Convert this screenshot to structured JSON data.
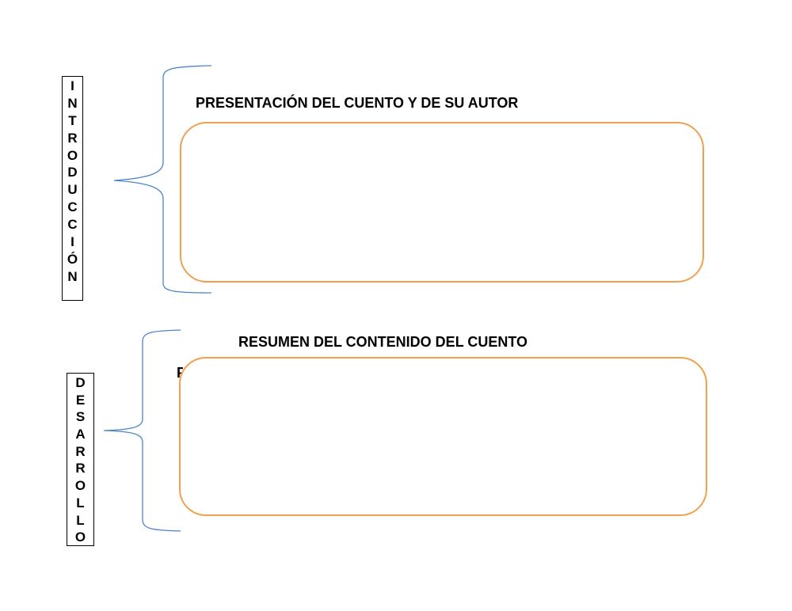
{
  "sections": {
    "intro": {
      "side_letters": [
        "I",
        "N",
        "T",
        "R",
        "O",
        "D",
        "U",
        "C",
        "C",
        "I",
        "Ó",
        "N"
      ],
      "heading": "PRESENTACIÓN DEL CUENTO Y DE SU AUTOR"
    },
    "desarrollo": {
      "side_letters": [
        "D",
        "E",
        "S",
        "A",
        "R",
        "R",
        "O",
        "L",
        "L",
        "O"
      ],
      "heading": "RESUMEN DEL CONTENIDO DEL CUENTO",
      "stray_text": "P"
    }
  },
  "colors": {
    "box_border": "#f0a050",
    "brace_stroke": "#4a86c8"
  }
}
